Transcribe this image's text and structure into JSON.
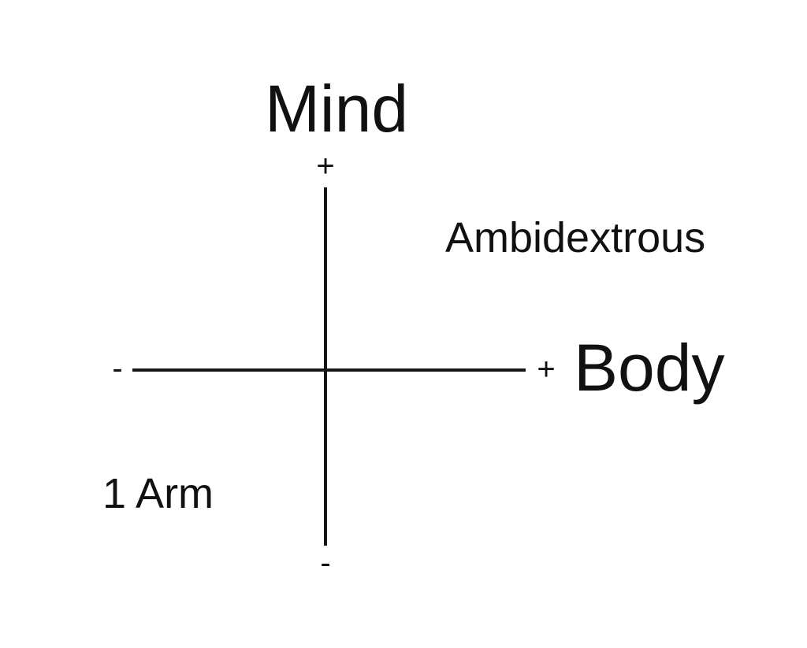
{
  "diagram": {
    "y_axis": {
      "title": "Mind",
      "positive_sign": "+",
      "negative_sign": "-"
    },
    "x_axis": {
      "title": "Body",
      "positive_sign": "+",
      "negative_sign": "-"
    },
    "quadrants": {
      "top_right": "Ambidextrous",
      "bottom_left": "1 Arm"
    },
    "colors": {
      "line": "#161616",
      "text": "#111111",
      "background": "#ffffff"
    }
  }
}
